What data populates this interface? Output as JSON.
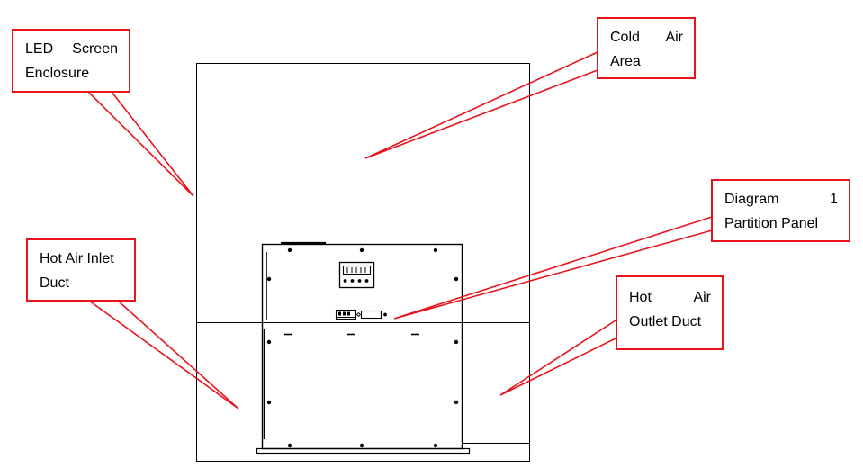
{
  "diagram": {
    "callouts": {
      "led_enclosure": {
        "lines": [
          [
            "LED",
            "Screen"
          ],
          [
            "Enclosure"
          ]
        ]
      },
      "cold_air": {
        "lines": [
          [
            "Cold",
            "Air"
          ],
          [
            "Area"
          ]
        ]
      },
      "partition": {
        "lines": [
          [
            "Diagram",
            "1"
          ],
          [
            "Partition Panel"
          ]
        ]
      },
      "hot_inlet": {
        "lines": [
          [
            "Hot Air Inlet"
          ],
          [
            "Duct"
          ]
        ]
      },
      "hot_outlet": {
        "lines": [
          [
            "Hot",
            "Air"
          ],
          [
            "Outlet Duct"
          ]
        ]
      }
    },
    "colors": {
      "callout_border": "#e8141c",
      "leader_line": "#e8141c",
      "drawing_line": "#000000",
      "background": "#ffffff"
    }
  }
}
